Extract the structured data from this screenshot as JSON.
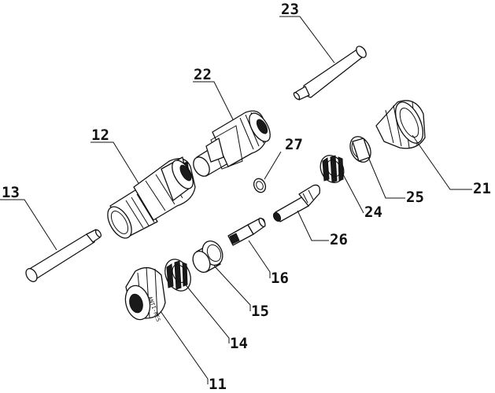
{
  "callouts": {
    "p11": "11",
    "p12": "12",
    "p13": "13",
    "p14": "14",
    "p15": "15",
    "p16": "16",
    "p21": "21",
    "p22": "22",
    "p23": "23",
    "p24": "24",
    "p25": "25",
    "p26": "26",
    "p27": "27"
  },
  "nut_text": "ANTI-RES"
}
